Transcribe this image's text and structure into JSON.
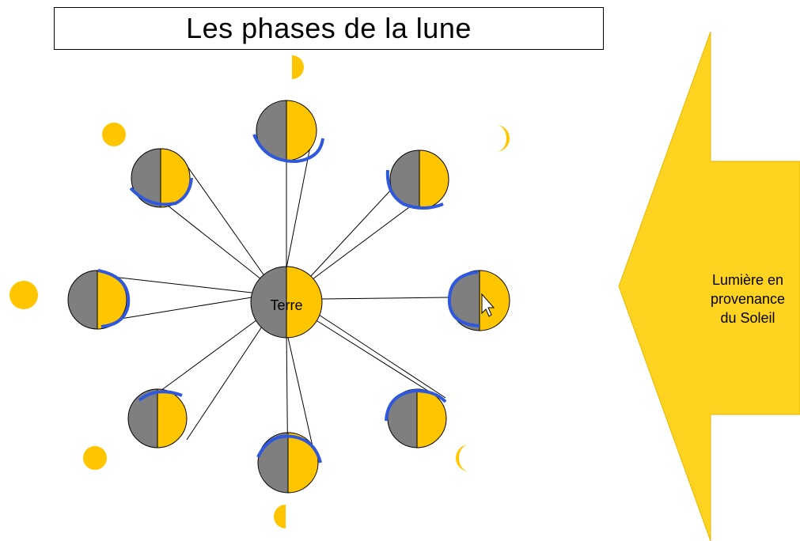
{
  "title": "Les phases de la lune",
  "earth_label": "Terre",
  "sun_label": {
    "line1": "Lumière en",
    "line2": "provenance",
    "line3": "du Soleil"
  },
  "colors": {
    "moon_lit": "#FFC600",
    "moon_dark": "#7F7F7F",
    "orbit_arc": "#2F58DC",
    "sun_arrow": "#FFD320",
    "line": "#000000"
  }
}
